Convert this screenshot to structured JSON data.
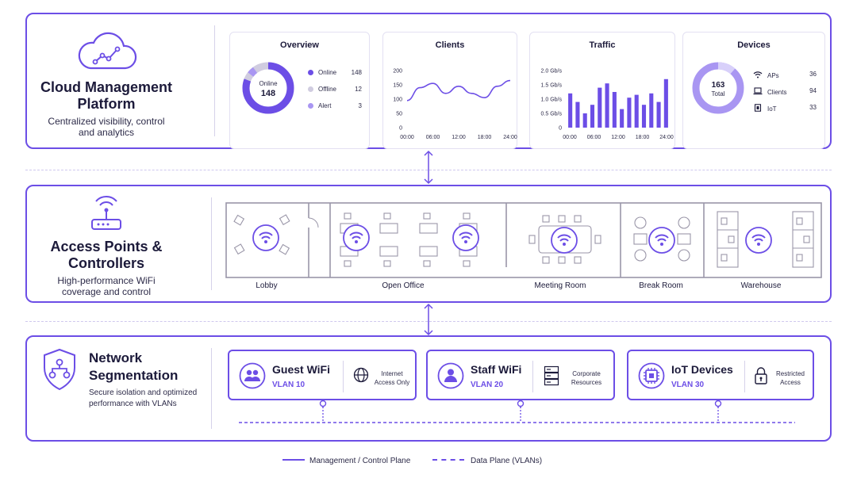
{
  "colors": {
    "accent": "#6c4ee6",
    "accent_light": "#a996f2",
    "accent_pale": "#d8d0fa"
  },
  "cloud": {
    "title_line1": "Cloud Management",
    "title_line2": "Platform",
    "subtitle_line1": "Centralized visibility, control",
    "subtitle_line2": "and analytics",
    "icon": "cloud-analytics-icon",
    "overview": {
      "title": "Overview",
      "center_label": "Online",
      "center_value": "148",
      "items": [
        {
          "label": "Online",
          "value": "148",
          "color": "#6c4ee6"
        },
        {
          "label": "Offline",
          "value": "12",
          "color": "#d0cce0"
        },
        {
          "label": "Alert",
          "value": "3",
          "color": "#a996f2"
        }
      ]
    },
    "clients": {
      "title": "Clients"
    },
    "traffic": {
      "title": "Traffic"
    },
    "devices": {
      "title": "Devices",
      "center_value": "163",
      "center_label": "Total",
      "items": [
        {
          "label": "APs",
          "value": "36",
          "icon": "wifi-icon"
        },
        {
          "label": "Clients",
          "value": "94",
          "icon": "laptop-icon"
        },
        {
          "label": "IoT",
          "value": "33",
          "icon": "chip-icon"
        }
      ]
    }
  },
  "chart_data": [
    {
      "type": "line",
      "title": "Clients",
      "x": [
        "00:00",
        "03:00",
        "06:00",
        "09:00",
        "12:00",
        "15:00",
        "18:00",
        "21:00",
        "24:00"
      ],
      "xticks": [
        "00:00",
        "06:00",
        "12:00",
        "18:00",
        "24:00"
      ],
      "yticks": [
        "0",
        "50",
        "100",
        "150",
        "200"
      ],
      "ylim": [
        0,
        200
      ],
      "series": [
        {
          "values": [
            95,
            140,
            155,
            120,
            145,
            120,
            105,
            145,
            165
          ]
        }
      ]
    },
    {
      "type": "bar",
      "title": "Traffic",
      "xticks": [
        "00:00",
        "06:00",
        "12:00",
        "18:00",
        "24:00"
      ],
      "yticks": [
        "0",
        "0.5 Gb/s",
        "1.0 Gb/s",
        "1.5 Gb/s",
        "2.0 Gb/s"
      ],
      "ylim": [
        0,
        2.0
      ],
      "values": [
        1.2,
        0.9,
        0.5,
        0.8,
        1.4,
        1.55,
        1.25,
        0.65,
        1.05,
        1.15,
        0.8,
        1.2,
        0.9,
        1.7
      ]
    }
  ],
  "ap": {
    "title_line1": "Access Points &",
    "title_line2": "Controllers",
    "subtitle_line1": "High-performance WiFi",
    "subtitle_line2": "coverage and control",
    "icon": "router-icon",
    "rooms": [
      "Lobby",
      "Open Office",
      "Meeting Room",
      "Break Room",
      "Warehouse"
    ]
  },
  "seg": {
    "title_line1": "Network",
    "title_line2": "Segmentation",
    "subtitle_line1": "Secure isolation and optimized",
    "subtitle_line2": "performance with VLANs",
    "icon": "shield-network-icon",
    "vlans": [
      {
        "name": "Guest WiFi",
        "vlan": "VLAN 10",
        "desc1": "Internet",
        "desc2": "Access Only",
        "icon": "users-icon",
        "desc_icon": "globe-icon"
      },
      {
        "name": "Staff WiFi",
        "vlan": "VLAN 20",
        "desc1": "Corporate",
        "desc2": "Resources",
        "icon": "user-icon",
        "desc_icon": "server-icon"
      },
      {
        "name": "IoT Devices",
        "vlan": "VLAN 30",
        "desc1": "Restricted",
        "desc2": "Access",
        "icon": "chip-icon",
        "desc_icon": "lock-icon"
      }
    ]
  },
  "legend": {
    "solid_label": "Management / Control Plane",
    "dashed_label": "Data Plane (VLANs)"
  }
}
